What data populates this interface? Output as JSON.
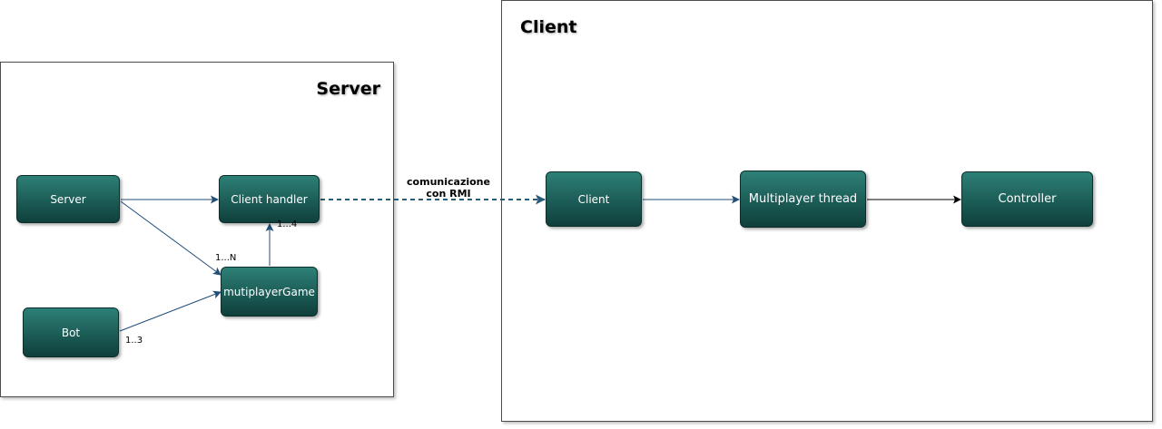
{
  "containers": {
    "server_title": "Server",
    "client_title": "Client"
  },
  "nodes": {
    "server": "Server",
    "client_handler": "Client handler",
    "multiplayer_game": "mutiplayerGame",
    "bot": "Bot",
    "client": "Client",
    "multiplayer_thread": "Multiplayer thread",
    "controller": "Controller"
  },
  "edges": {
    "server_to_game_multiplicity": "1...N",
    "game_to_handler_multiplicity": "1...4",
    "bot_to_game_multiplicity": "1..3",
    "rmi_line1": "comunicazione",
    "rmi_line2": "con RMI"
  },
  "colors": {
    "node_fill": "#1c5c56",
    "edge_server": "#1f4e79",
    "edge_rmi": "#2a5b7a",
    "edge_client_chain": "#000000"
  }
}
